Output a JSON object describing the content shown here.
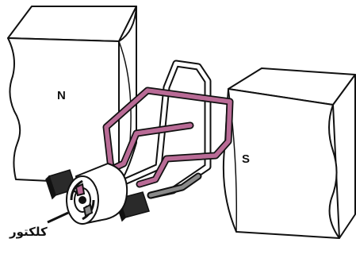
{
  "labels": {
    "north": "N",
    "south": "S",
    "commutator": "کلکتور"
  },
  "colors": {
    "coil_pink": "#b96b96",
    "coil_gray": "#8a8a8a",
    "brush": "#2a2a2a",
    "outline": "#111111",
    "paper": "#ffffff"
  }
}
